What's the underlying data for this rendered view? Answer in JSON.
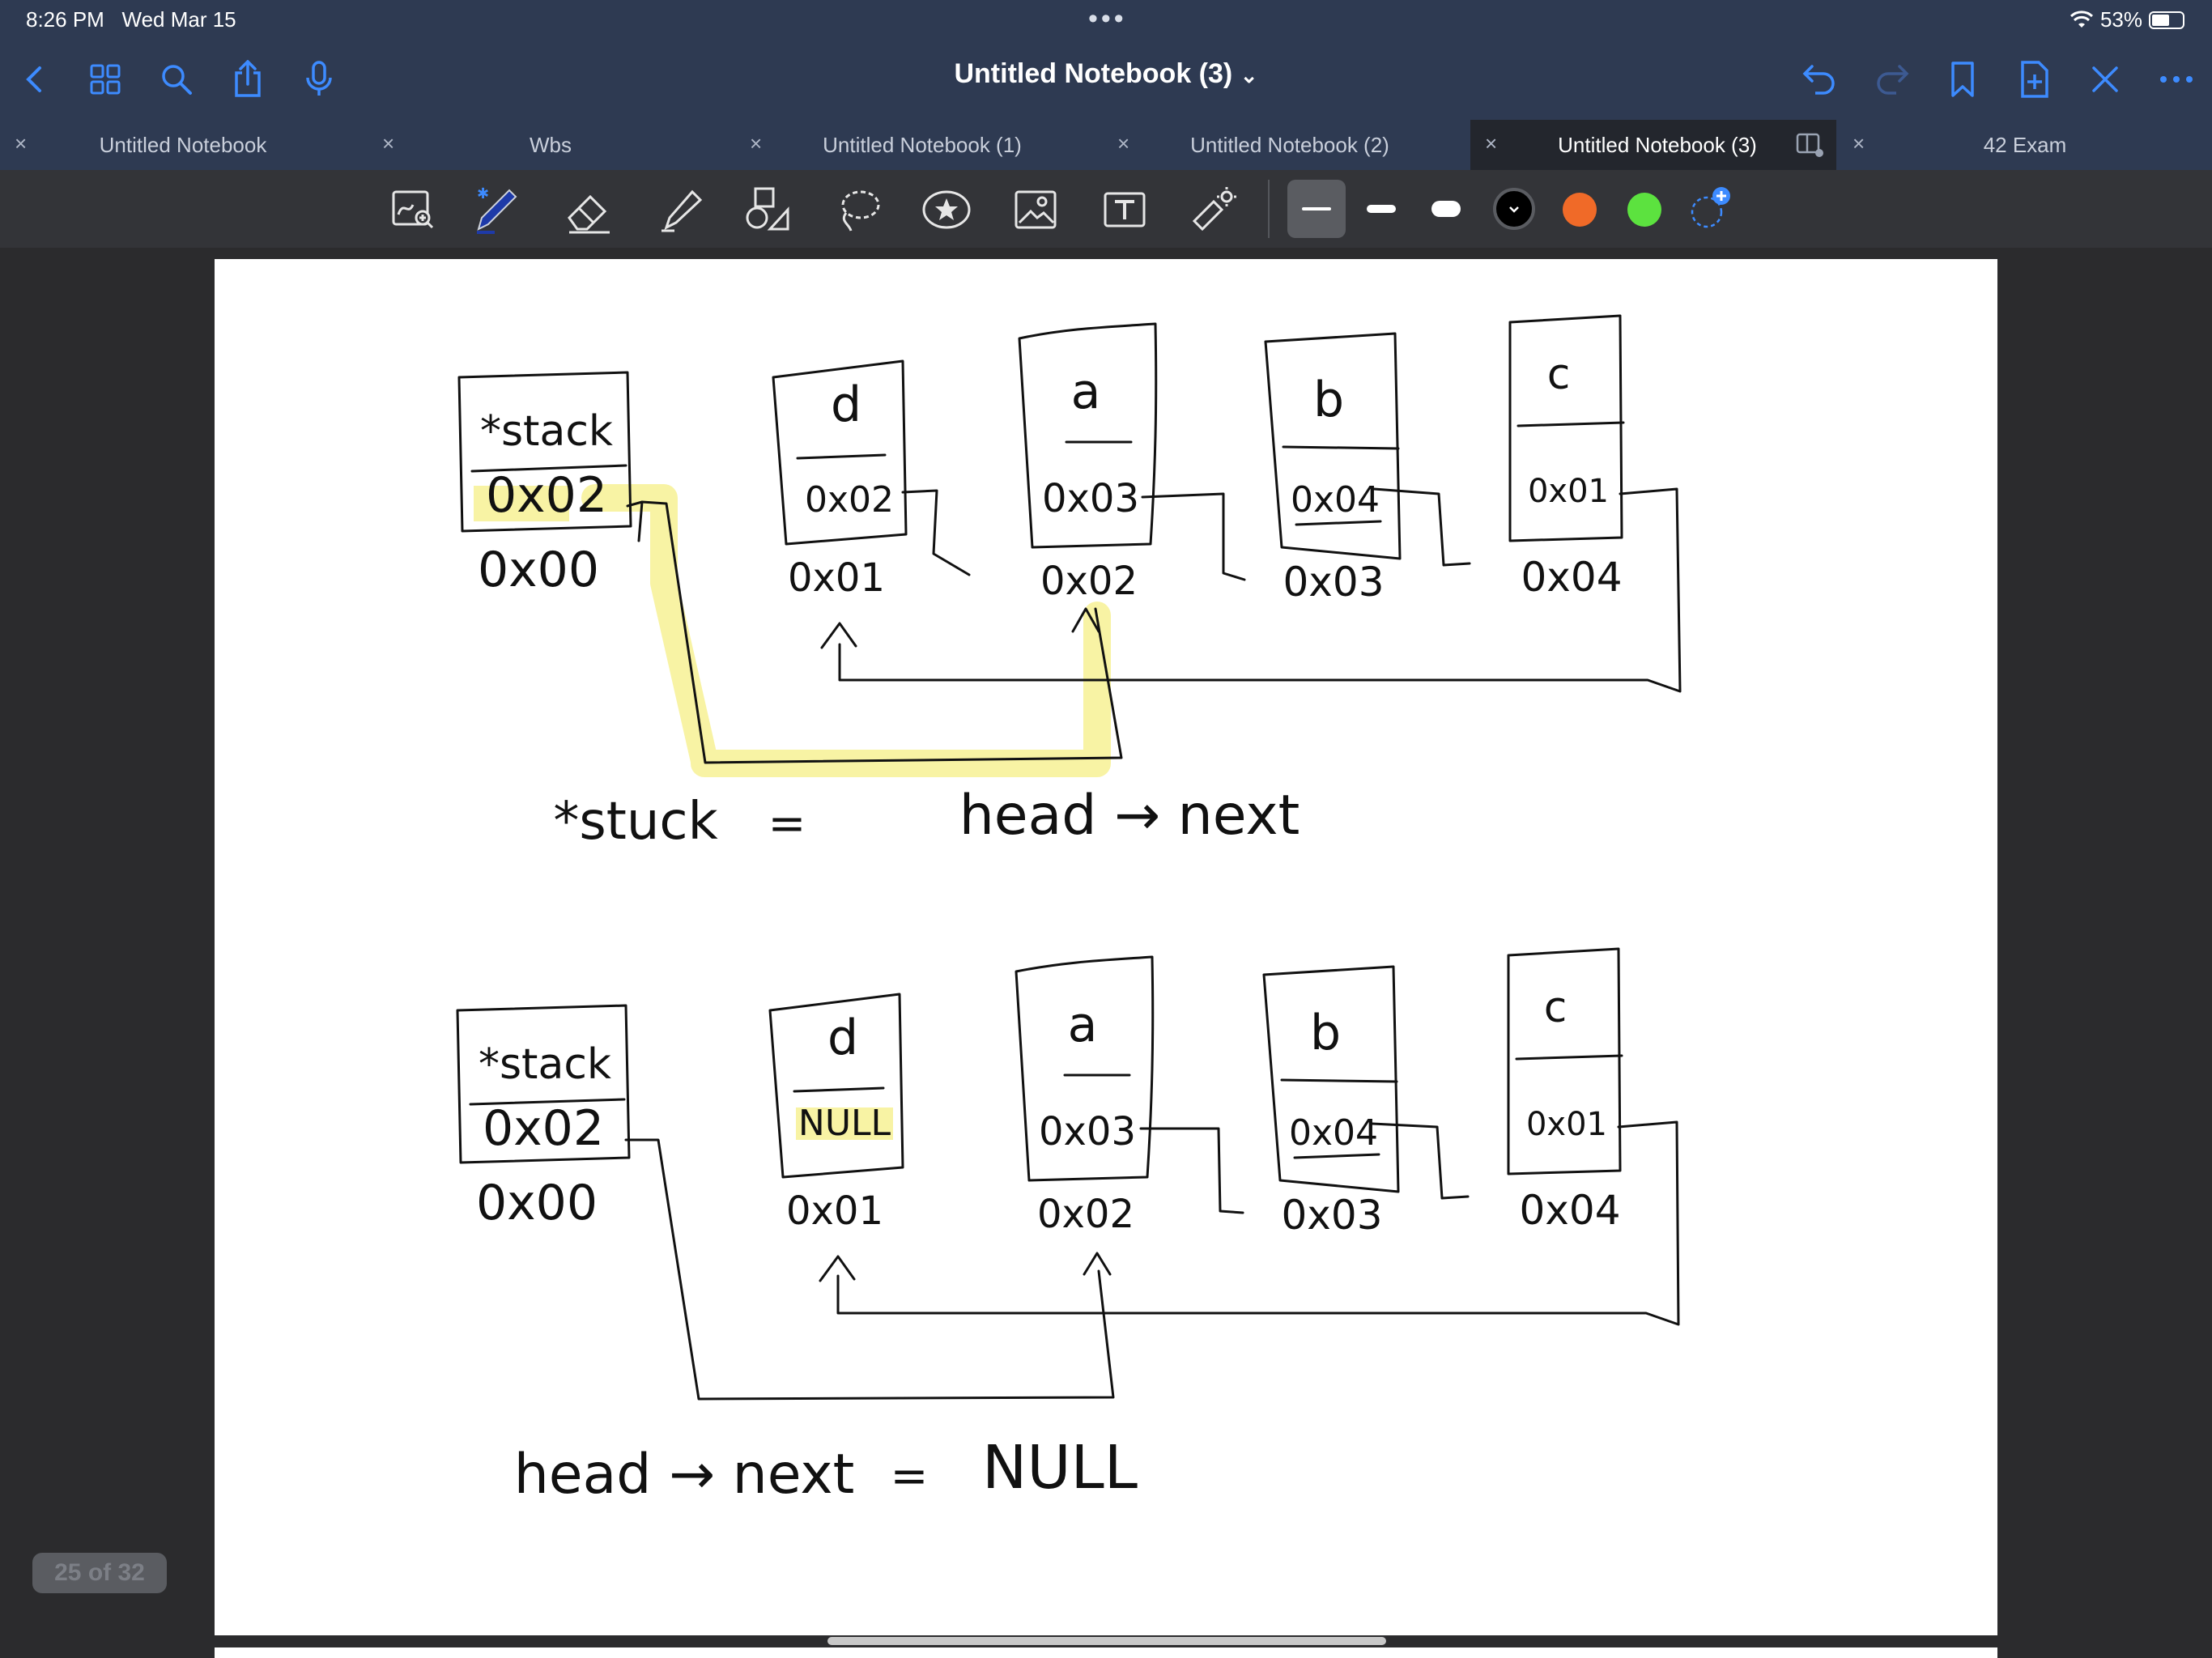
{
  "status": {
    "time": "8:26 PM",
    "date": "Wed Mar 15",
    "dots": "•••",
    "battery": "53%",
    "battery_level": 0.53
  },
  "title": {
    "text": "Untitled Notebook (3)",
    "chevron": "⌄"
  },
  "tabs": [
    {
      "label": "Untitled Notebook",
      "close": "×"
    },
    {
      "label": "Wbs",
      "close": "×"
    },
    {
      "label": "Untitled Notebook (1)",
      "close": "×"
    },
    {
      "label": "Untitled Notebook (2)",
      "close": "×"
    },
    {
      "label": "Untitled Notebook (3)",
      "close": "×",
      "active": true
    },
    {
      "label": "42 Exam",
      "close": "×"
    }
  ],
  "toolbar": {
    "tools": [
      "zoom-window-icon",
      "pen-icon",
      "eraser-icon",
      "highlighter-icon",
      "shapes-icon",
      "lasso-icon",
      "sticker-icon",
      "image-icon",
      "text-icon",
      "laser-pointer-icon"
    ],
    "colors": {
      "black": "#000000",
      "orange": "#f06a28",
      "green": "#5ce23f",
      "accent": "#3d8bff"
    }
  },
  "notes": {
    "diagram1": {
      "stack_label": "*stack",
      "stack_value": "0x02",
      "stack_addr": "0x00",
      "nodes": [
        {
          "data": "d",
          "next": "0x02",
          "addr": "0x01"
        },
        {
          "data": "a",
          "next": "0x03",
          "addr": "0x02"
        },
        {
          "data": "b",
          "next": "0x04",
          "addr": "0x03"
        },
        {
          "data": "c",
          "next": "0x01",
          "addr": "0x04"
        }
      ],
      "caption_lhs": "*stuck",
      "caption_eq": "=",
      "caption_rhs": "head → next"
    },
    "diagram2": {
      "stack_label": "*stack",
      "stack_value": "0x02",
      "stack_addr": "0x00",
      "nodes": [
        {
          "data": "d",
          "next": "NULL",
          "addr": "0x01"
        },
        {
          "data": "a",
          "next": "0x03",
          "addr": "0x02"
        },
        {
          "data": "b",
          "next": "0x04",
          "addr": "0x03"
        },
        {
          "data": "c",
          "next": "0x01",
          "addr": "0x04"
        }
      ],
      "caption_lhs": "head → next",
      "caption_eq": "=",
      "caption_rhs": "NULL"
    },
    "highlight_color": "#f7f29a"
  },
  "page_indicator": "25 of 32"
}
